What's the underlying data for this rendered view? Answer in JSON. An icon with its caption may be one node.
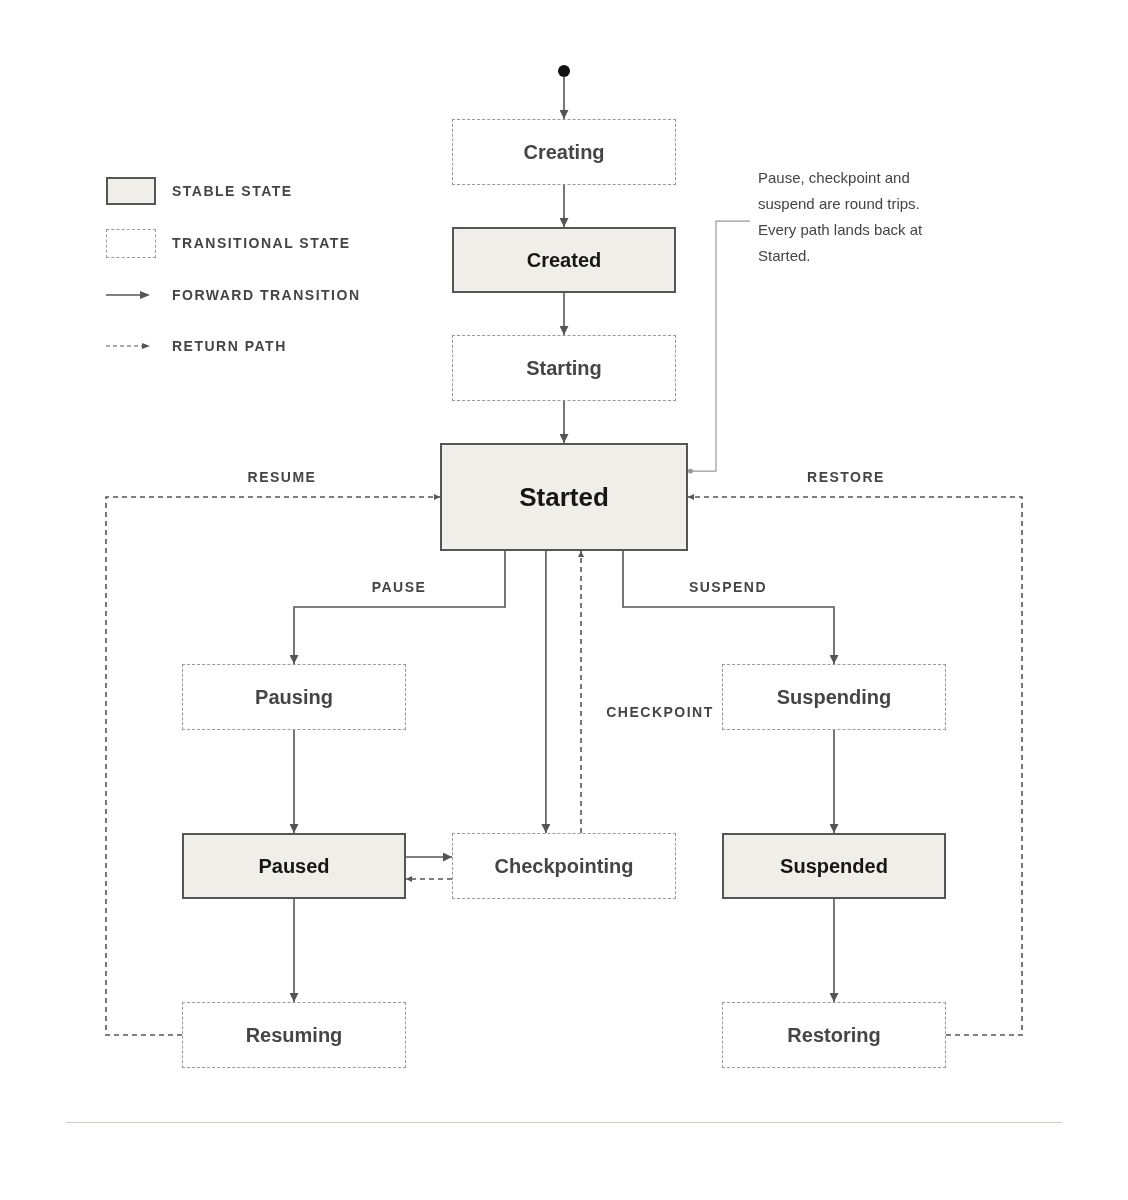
{
  "diagram": {
    "nodes": [
      {
        "text": [],
        "shape": "circle"
      },
      {
        "text": [
          "Creating"
        ]
      },
      {
        "text": [
          "Created"
        ]
      },
      {
        "text": [
          "Starting"
        ]
      },
      {
        "text": [
          "Started"
        ]
      },
      {
        "text": [
          "Pausing"
        ]
      },
      {
        "text": [
          "Suspending"
        ]
      },
      {
        "text": [
          "Paused"
        ]
      },
      {
        "text": [
          "Checkpointing"
        ]
      },
      {
        "text": [
          "Suspended"
        ]
      },
      {
        "text": [
          "Resuming"
        ]
      },
      {
        "text": [
          "Restoring"
        ]
      },
      {
        "text": [
          "Pause, checkpoint and suspend are round trips. Every path lands back at Started."
        ]
      }
    ],
    "edges": [
      {
        "from": 0,
        "to": 1,
        "arrow": "to"
      },
      {
        "from": 1,
        "to": 2,
        "arrow": "to"
      },
      {
        "from": 2,
        "to": 3,
        "arrow": "to"
      },
      {
        "from": 3,
        "to": 4,
        "arrow": "to"
      },
      {
        "from": 4,
        "to": 5,
        "arrow": "to",
        "label": "PAUSE"
      },
      {
        "from": 4,
        "to": 6,
        "arrow": "to",
        "label": "SUSPEND"
      },
      {
        "from": 4,
        "to": 8,
        "arrow": "to"
      },
      {
        "from": 8,
        "to": 4,
        "arrow": "to",
        "style": "dashed",
        "label": "CHECKPOINT"
      },
      {
        "from": 5,
        "to": 7,
        "arrow": "to"
      },
      {
        "from": 6,
        "to": 9,
        "arrow": "to"
      },
      {
        "from": 7,
        "to": 8,
        "arrow": "to"
      },
      {
        "from": 8,
        "to": 7,
        "arrow": "to",
        "style": "dashed"
      },
      {
        "from": 7,
        "to": 10,
        "arrow": "to"
      },
      {
        "from": 9,
        "to": 11,
        "arrow": "to"
      },
      {
        "from": 10,
        "to": 4,
        "arrow": "to",
        "style": "dashed",
        "label": "RESUME"
      },
      {
        "from": 11,
        "to": 4,
        "arrow": "to",
        "style": "dashed",
        "label": "RESTORE"
      },
      {
        "from": 12,
        "to": 4,
        "arrow": "other",
        "color": "#999999"
      }
    ],
    "legend": [
      {
        "text": "STABLE STATE",
        "color": "#f0eee8"
      },
      {
        "text": "TRANSITIONAL STATE"
      },
      {
        "text": "FORWARD TRANSITION"
      },
      {
        "text": "RETURN PATH"
      }
    ]
  }
}
